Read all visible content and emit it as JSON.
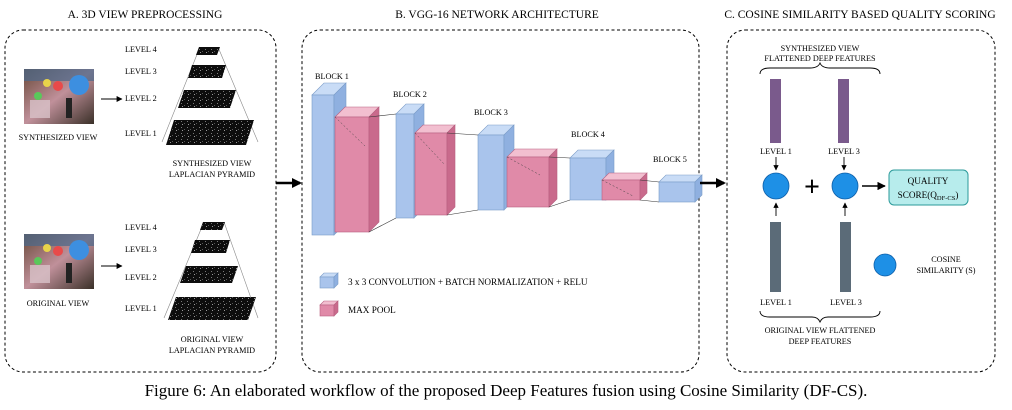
{
  "section_a": {
    "title": "A.  3D VIEW PREPROCESSING",
    "synth_pyramid_levels": [
      "LEVEL 4",
      "LEVEL 3",
      "LEVEL 2",
      "LEVEL 1"
    ],
    "orig_pyramid_levels": [
      "LEVEL 4",
      "LEVEL 3",
      "LEVEL 2",
      "LEVEL 1"
    ],
    "synth_view_label": "SYNTHESIZED VIEW",
    "orig_view_label": "ORIGINAL VIEW",
    "synth_pyramid_caption": [
      "SYNTHESIZED VIEW",
      "LAPLACIAN PYRAMID"
    ],
    "orig_pyramid_caption": [
      "ORIGINAL VIEW",
      "LAPLACIAN PYRAMID"
    ]
  },
  "section_b": {
    "title": "B. VGG-16 NETWORK ARCHITECTURE",
    "blocks": [
      "BLOCK 1",
      "BLOCK 2",
      "BLOCK 3",
      "BLOCK 4",
      "BLOCK 5"
    ],
    "legend_conv": "3 x 3 CONVOLUTION +  BATCH NORMALIZATION + RELU",
    "legend_pool": "MAX POOL"
  },
  "section_c": {
    "title": "C. COSINE SIMILARITY BASED QUALITY SCORING",
    "synth_features_label": [
      "SYNTHESIZED VIEW",
      "FLATTENED DEEP FEATURES"
    ],
    "orig_features_label": [
      "ORIGINAL VIEW FLATTENED",
      "DEEP FEATURES"
    ],
    "top_level_left": "LEVEL 1",
    "top_level_right": "LEVEL 3",
    "bottom_level_left": "LEVEL 1",
    "bottom_level_right": "LEVEL 3",
    "plus": "+",
    "quality_score_line1": "QUALITY",
    "quality_score_main": "SCORE(Q",
    "quality_score_sub": "DF-CS",
    "quality_score_end": ")",
    "legend_cosine": [
      "COSINE",
      "SIMILARITY (S)"
    ]
  },
  "caption": "Figure 6: An elaborated workflow of the proposed Deep Features fusion using Cosine Similarity (DF-CS).",
  "colors": {
    "conv_front": "#a9c4ec",
    "conv_side": "#c9dcf6",
    "pool_front": "#e08aa8",
    "pool_side": "#f2bfd0",
    "synth_bar": "#7a5a8c",
    "orig_bar": "#5b6b78",
    "circle": "#1e90e6",
    "score_box": "#b7ecec"
  }
}
